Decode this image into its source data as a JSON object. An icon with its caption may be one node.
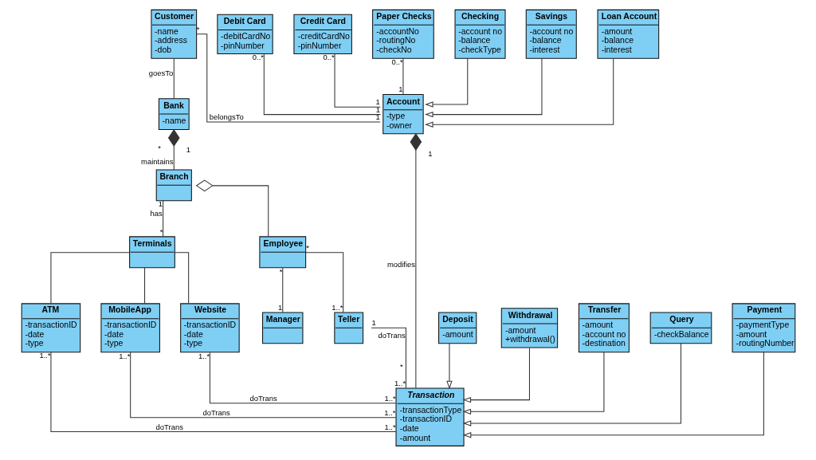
{
  "diagram": {
    "nodes": [
      {
        "text": [
          "Customer",
          "-name",
          "-address",
          "-dob"
        ]
      },
      {
        "text": [
          "Bank",
          "-name"
        ]
      },
      {
        "text": [
          "Branch"
        ]
      },
      {
        "text": [
          "Terminals"
        ]
      },
      {
        "text": [
          "ATM",
          "-transactionID",
          "-date",
          "-type"
        ]
      },
      {
        "text": [
          "MobileApp",
          "-transactionID",
          "-date",
          "-type"
        ]
      },
      {
        "text": [
          "Website",
          "-transactionID",
          "-date",
          "-type"
        ]
      },
      {
        "text": [
          "Employee"
        ]
      },
      {
        "text": [
          "Manager"
        ]
      },
      {
        "text": [
          "Teller"
        ]
      },
      {
        "text": [
          "Debit Card",
          "-debitCardNo",
          "-pinNumber"
        ]
      },
      {
        "text": [
          "Credit Card",
          "-creditCardNo",
          "-pinNumber"
        ]
      },
      {
        "text": [
          "Paper Checks",
          "-accountNo",
          "-routingNo",
          "-checkNo"
        ]
      },
      {
        "text": [
          "Account",
          "-type",
          "-owner"
        ]
      },
      {
        "text": [
          "Checking",
          "-account no",
          "-balance",
          "-checkType"
        ]
      },
      {
        "text": [
          "Savings",
          "-account no",
          "-balance",
          "-interest"
        ]
      },
      {
        "text": [
          "Loan Account",
          "-amount",
          "-balance",
          "-interest"
        ]
      },
      {
        "text": [
          "Transaction",
          "-transactionType",
          "-transactionID",
          "-date",
          "-amount"
        ]
      },
      {
        "text": [
          "Deposit",
          "-amount"
        ]
      },
      {
        "text": [
          "Withdrawal",
          "-amount",
          "+withdrawal()"
        ]
      },
      {
        "text": [
          "Transfer",
          "-amount",
          "-account no",
          "-destination"
        ]
      },
      {
        "text": [
          "Query",
          "-checkBalance"
        ]
      },
      {
        "text": [
          "Payment",
          "-paymentType",
          "-amount",
          "-routingNumber"
        ]
      }
    ],
    "edges": [
      {
        "from": 0,
        "to": 1,
        "arrow": "none",
        "label": "goesTo"
      },
      {
        "from": 1,
        "to": 2,
        "arrow": "other",
        "label": "maintains"
      },
      {
        "from": 2,
        "to": 3,
        "arrow": "none",
        "label": "has"
      },
      {
        "from": 2,
        "to": 7,
        "arrow": "other"
      },
      {
        "from": 3,
        "to": 4,
        "arrow": "none"
      },
      {
        "from": 3,
        "to": 5,
        "arrow": "none"
      },
      {
        "from": 3,
        "to": 6,
        "arrow": "none"
      },
      {
        "from": 0,
        "to": 13,
        "arrow": "none",
        "label": "belongsTo"
      },
      {
        "from": 7,
        "to": 8,
        "arrow": "none"
      },
      {
        "from": 7,
        "to": 9,
        "arrow": "none"
      },
      {
        "from": 10,
        "to": 13,
        "arrow": "none"
      },
      {
        "from": 11,
        "to": 13,
        "arrow": "none"
      },
      {
        "from": 12,
        "to": 13,
        "arrow": "none"
      },
      {
        "from": 14,
        "to": 13,
        "arrow": "to"
      },
      {
        "from": 15,
        "to": 13,
        "arrow": "to"
      },
      {
        "from": 16,
        "to": 13,
        "arrow": "to"
      },
      {
        "from": 13,
        "to": 17,
        "arrow": "other",
        "label": "modifies"
      },
      {
        "from": 9,
        "to": 17,
        "arrow": "none",
        "label": "doTrans"
      },
      {
        "from": 4,
        "to": 17,
        "arrow": "none",
        "label": "doTrans"
      },
      {
        "from": 5,
        "to": 17,
        "arrow": "none",
        "label": "doTrans"
      },
      {
        "from": 6,
        "to": 17,
        "arrow": "none",
        "label": "doTrans"
      },
      {
        "from": 18,
        "to": 17,
        "arrow": "to"
      },
      {
        "from": 19,
        "to": 17,
        "arrow": "to"
      },
      {
        "from": 20,
        "to": 17,
        "arrow": "to"
      },
      {
        "from": 21,
        "to": 17,
        "arrow": "to"
      },
      {
        "from": 22,
        "to": 17,
        "arrow": "to"
      }
    ],
    "labels": [
      "1",
      "*",
      "1",
      "*",
      "*",
      "*",
      "*",
      "1..*",
      "1..*",
      "1..*",
      "1",
      "1..*",
      "0..*",
      "1",
      "1",
      "1",
      "0..*",
      "1",
      "1",
      "0..*",
      "1",
      "*",
      "1..*",
      "1..*",
      "1..*",
      "1..*"
    ]
  }
}
